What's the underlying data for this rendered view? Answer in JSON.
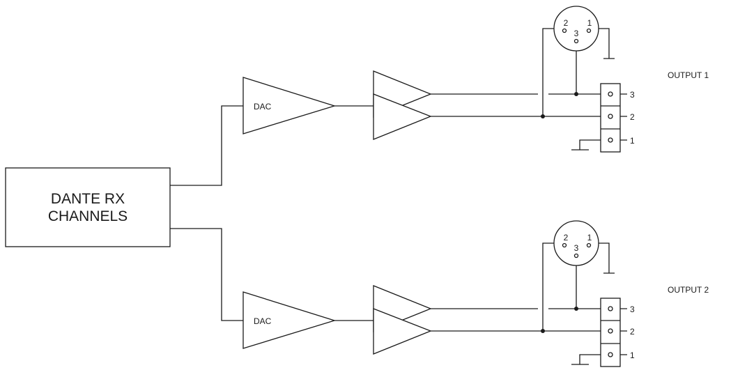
{
  "rx_box": {
    "line1": "DANTE RX",
    "line2": "CHANNELS"
  },
  "channels": [
    {
      "dac_label": "DAC",
      "output_label": "OUTPUT 1",
      "xlr_pins": [
        "2",
        "3",
        "1"
      ],
      "terminals": [
        "3",
        "2",
        "1"
      ]
    },
    {
      "dac_label": "DAC",
      "output_label": "OUTPUT 2",
      "xlr_pins": [
        "2",
        "3",
        "1"
      ],
      "terminals": [
        "3",
        "2",
        "1"
      ]
    }
  ]
}
